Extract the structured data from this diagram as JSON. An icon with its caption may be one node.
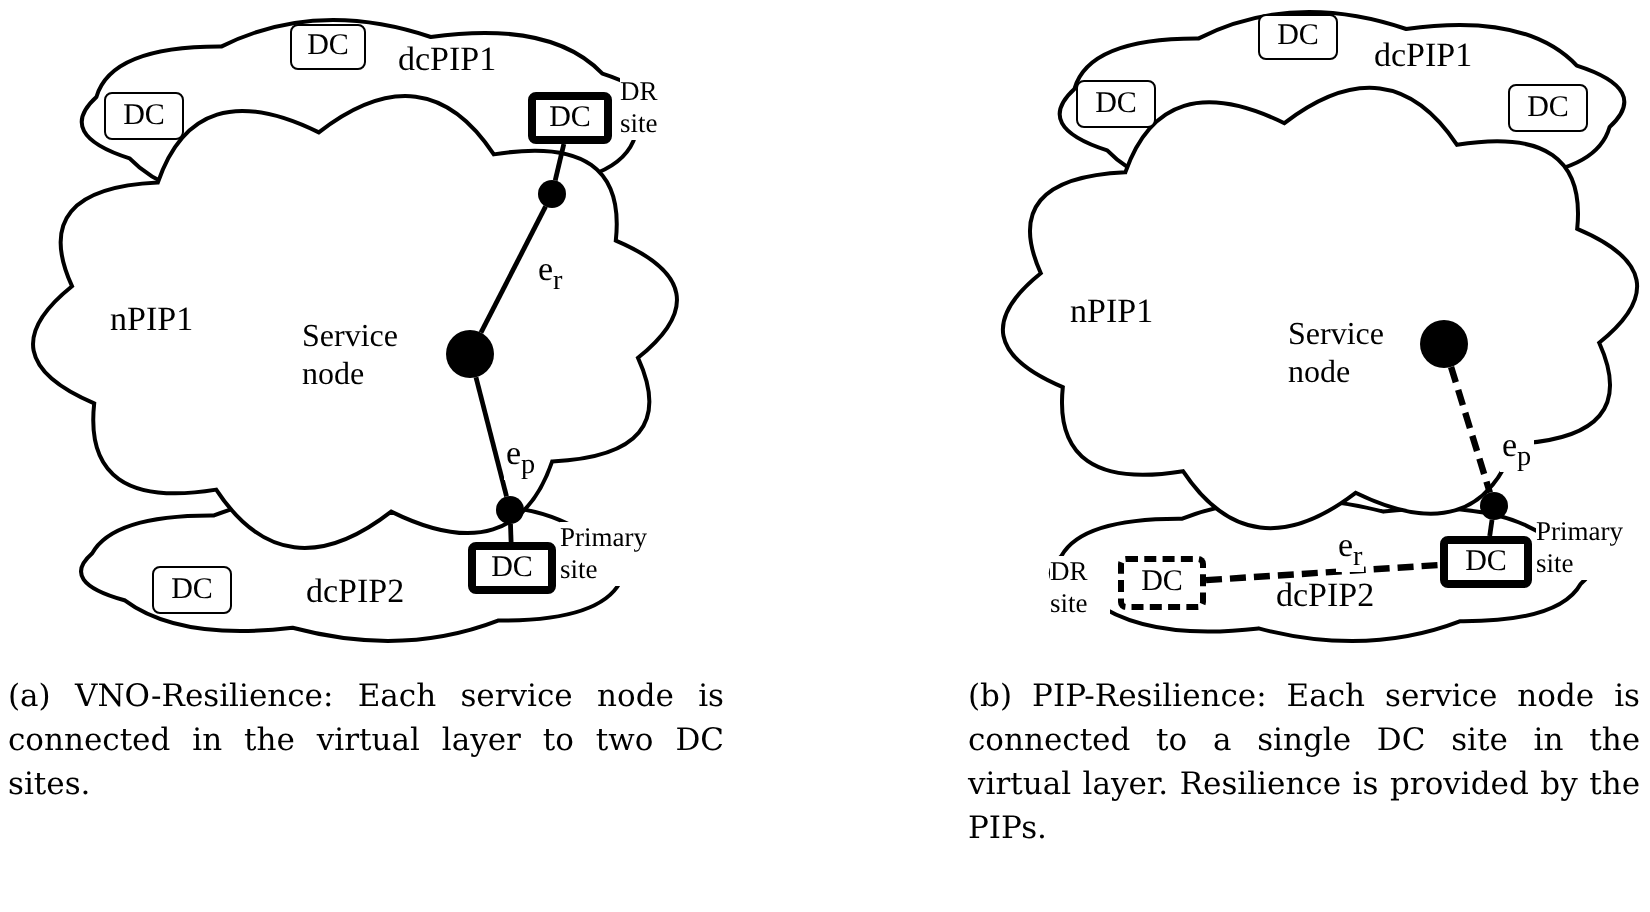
{
  "diagram": {
    "nodes": [
      {
        "text": [
          "nPIP1"
        ]
      },
      {
        "text": [
          "dcPIP1"
        ]
      },
      {
        "text": [
          "DC"
        ],
        "in": 1
      },
      {
        "text": [
          "DC"
        ],
        "in": 1
      },
      {
        "text": [
          "DC"
        ],
        "in": 1,
        "beside": [
          "DR site"
        ]
      },
      {
        "text": [
          "dcPIP2"
        ]
      },
      {
        "text": [
          "DC"
        ],
        "in": 5
      },
      {
        "text": [
          "DC"
        ],
        "in": 5,
        "beside": [
          "Primary site"
        ]
      },
      {
        "text": [],
        "shape": "circle",
        "in": 0,
        "beside": [
          "Service node"
        ]
      },
      {
        "text": [],
        "shape": "circle",
        "in": 0
      },
      {
        "text": [],
        "shape": "circle"
      },
      {
        "text": [
          "nPIP1"
        ]
      },
      {
        "text": [
          "dcPIP1"
        ]
      },
      {
        "text": [
          "DC"
        ],
        "in": 12
      },
      {
        "text": [
          "DC"
        ],
        "in": 12
      },
      {
        "text": [
          "DC"
        ],
        "in": 12
      },
      {
        "text": [
          "dcPIP2"
        ]
      },
      {
        "text": [
          "DC"
        ],
        "in": 16,
        "beside": [
          "DR site"
        ]
      },
      {
        "text": [
          "DC"
        ],
        "in": 16,
        "beside": [
          "Primary site"
        ]
      },
      {
        "text": [],
        "shape": "circle",
        "in": 11,
        "beside": [
          "Service node"
        ]
      },
      {
        "text": [],
        "shape": "circle",
        "in": 11
      }
    ],
    "edges": [
      {
        "from": 8,
        "to": 9,
        "arrow": "none",
        "label": "e$_{r}$"
      },
      {
        "from": 9,
        "to": 4,
        "arrow": "none"
      },
      {
        "from": 8,
        "to": 10,
        "arrow": "none",
        "label": "e$_{p}$"
      },
      {
        "from": 10,
        "to": 7,
        "arrow": "none"
      },
      {
        "from": 19,
        "to": 20,
        "arrow": "none",
        "label": "e$_{p}$",
        "style": "dashed"
      },
      {
        "from": 20,
        "to": 18,
        "arrow": "none"
      },
      {
        "from": 17,
        "to": 18,
        "arrow": "none",
        "label": "e$_{r}$",
        "style": "dashed"
      }
    ],
    "labels": [
      "(a) VNO-Resilience: Each service node is connected in the virtual layer to two DC sites.",
      "(b) PIP-Resilience: Each service node is connected to a single DC site in the virtual layer. Resilience is provided by the PIPs."
    ]
  }
}
